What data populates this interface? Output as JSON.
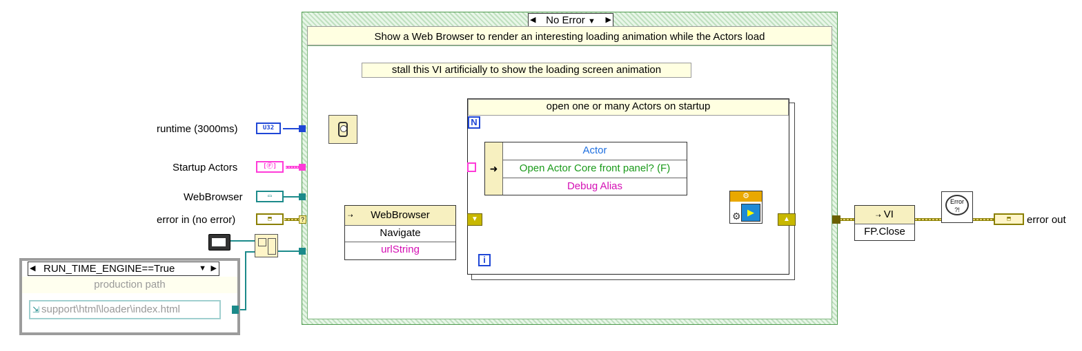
{
  "case_structure": {
    "selector_label": "No Error",
    "comment": "Show a Web Browser to render an interesting loading animation while the Actors load"
  },
  "stall_note": "stall this VI artificially to show the loading screen animation",
  "controls": {
    "runtime": {
      "label": "runtime (3000ms)",
      "type": "U32"
    },
    "startup_actors": {
      "label": "Startup Actors",
      "type": "[Ⓕ]"
    },
    "webbrowser": {
      "label": "WebBrowser",
      "type": "▭"
    },
    "error_in": {
      "label": "error in (no error)",
      "type": "⬒"
    }
  },
  "navigate_node": {
    "title": "WebBrowser",
    "method": "Navigate",
    "param": "urlString"
  },
  "for_loop": {
    "comment": "open one or many Actors on startup",
    "count_label": "N",
    "iteration_label": "i",
    "bundle_rows": [
      "Actor",
      "Open Actor Core front panel? (F)",
      "Debug Alias"
    ]
  },
  "close_node": {
    "title": "VI",
    "method": "FP.Close"
  },
  "error_indicator": {
    "label": "error out"
  },
  "conditional_disable": {
    "selector_label": "RUN_TIME_ENGINE==True",
    "comment": "production path",
    "path_constant": "support\\html\\loader\\index.html"
  },
  "colors": {
    "wire_error": "#8a7f00",
    "wire_pink": "#ff3ad8",
    "wire_blue": "#1e46d6",
    "wire_teal": "#1b8a8a",
    "wire_green": "#2e8b2e",
    "case_green": "#4d9a4d"
  }
}
